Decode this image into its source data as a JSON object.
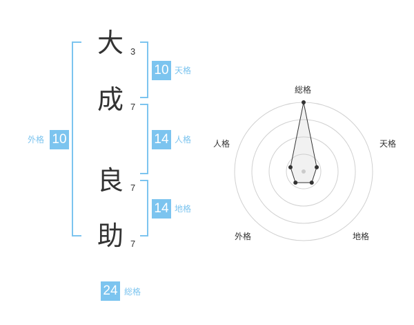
{
  "name_chars": [
    {
      "char": "大",
      "strokes": "3"
    },
    {
      "char": "成",
      "strokes": "7"
    },
    {
      "char": "良",
      "strokes": "7"
    },
    {
      "char": "助",
      "strokes": "7"
    }
  ],
  "fortunes": {
    "tenkaku": {
      "value": "10",
      "label": "天格"
    },
    "jinkaku": {
      "value": "14",
      "label": "人格"
    },
    "chikaku": {
      "value": "14",
      "label": "地格"
    },
    "gaikaku": {
      "value": "10",
      "label": "外格"
    },
    "soukaku": {
      "value": "24",
      "label": "総格"
    }
  },
  "accent_color": "#7cc4ef",
  "chart_data": {
    "type": "radar",
    "axes": [
      "総格",
      "天格",
      "地格",
      "外格",
      "人格"
    ],
    "values": [
      5,
      1,
      1,
      1,
      1
    ],
    "max": 5,
    "rings": 4,
    "grid": true
  }
}
